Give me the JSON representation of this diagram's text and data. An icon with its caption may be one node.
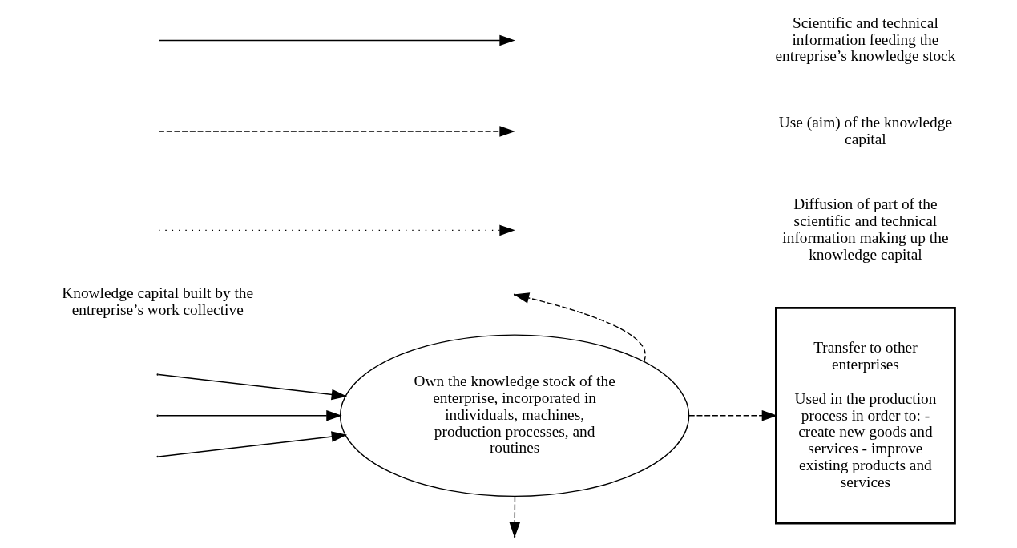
{
  "diagram": {
    "nodes": [
      {
        "text": [
          "Own the knowledge stock of the enterprise, incorporated in individuals, machines, production processes, and routines"
        ]
      },
      {
        "text": [
          "Transfer to other enterprises",
          "Used in the production process in order to: - create new goods and services - improve existing products and services"
        ]
      }
    ],
    "edges": [
      {
        "from": null,
        "to": 0,
        "arrow": "to"
      },
      {
        "from": null,
        "to": 0,
        "arrow": "to"
      },
      {
        "from": null,
        "to": 0,
        "arrow": "to"
      },
      {
        "from": 0,
        "to": 1,
        "arrow": "to",
        "style": "dashed"
      },
      {
        "from": 0,
        "to": null,
        "arrow": "to",
        "style": "dashed"
      },
      {
        "from": 0,
        "to": null,
        "arrow": "to",
        "style": "dashed"
      }
    ],
    "labels": [
      "Knowledge capital built by the entreprise’s work collective"
    ],
    "legend": [
      {
        "text": "Scientific and technical information feeding the entreprise’s knowledge stock"
      },
      {
        "text": "Use (aim) of the knowledge capital"
      },
      {
        "text": "Diffusion of part of the scientific and technical information making up the knowledge capital"
      }
    ]
  }
}
